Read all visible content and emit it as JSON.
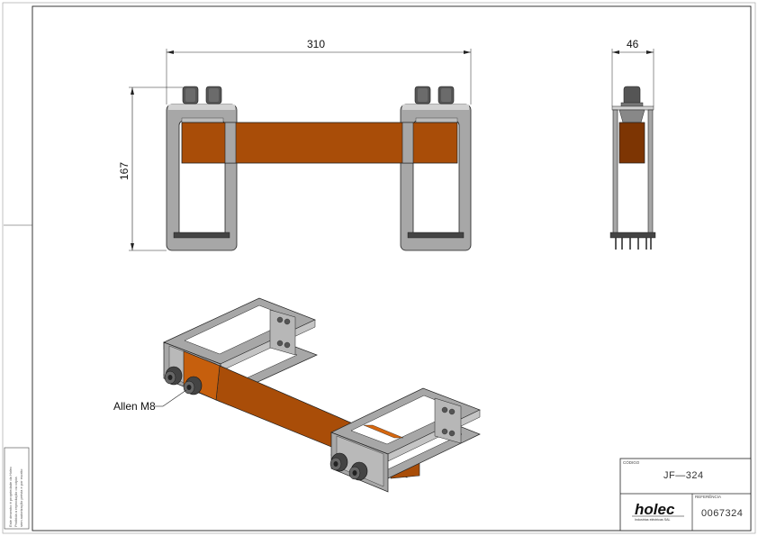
{
  "drawing": {
    "dimensions": {
      "overall_length": "310",
      "overall_height": "167",
      "overall_width": "46"
    },
    "callout": {
      "label": "Allen M8"
    }
  },
  "title_block": {
    "code_caption": "CÓDIGO",
    "code_value": "JF—324",
    "reference_caption": "REFERÊNCIA",
    "reference_value": "0067324",
    "logo_text": "holec",
    "logo_subtitle": "Industrias eléctricas SAL"
  },
  "side_notice": {
    "lines": [
      "Este desenho é propriedade da Holec",
      "Proibida a reprodução ou cópia",
      "sem autorização prévia e por escrito"
    ]
  },
  "colors": {
    "copper_front": "#a94d08",
    "copper_top": "#d6670f",
    "copper_dark": "#7d3503",
    "steel": "#a7a7a7",
    "steel_light": "#d2d2d2",
    "steel_dark": "#555555",
    "line": "#222222"
  }
}
